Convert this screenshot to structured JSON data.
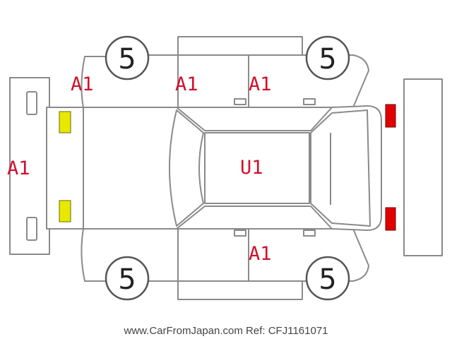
{
  "tyres": {
    "front_left": "5",
    "front_right": "5",
    "rear_left": "5",
    "rear_right": "5"
  },
  "damage_marks": {
    "left_front_fender": "A1",
    "left_front_door": "A1",
    "left_rear_door": "A1",
    "front_bumper": "A1",
    "roof": "U1",
    "right_rear_door": "A1"
  },
  "lamps": {
    "front_color": "#e8e800",
    "rear_color": "#e00000"
  },
  "footer": {
    "credit": "www.CarFromJapan.com Ref: CFJ1161071"
  }
}
